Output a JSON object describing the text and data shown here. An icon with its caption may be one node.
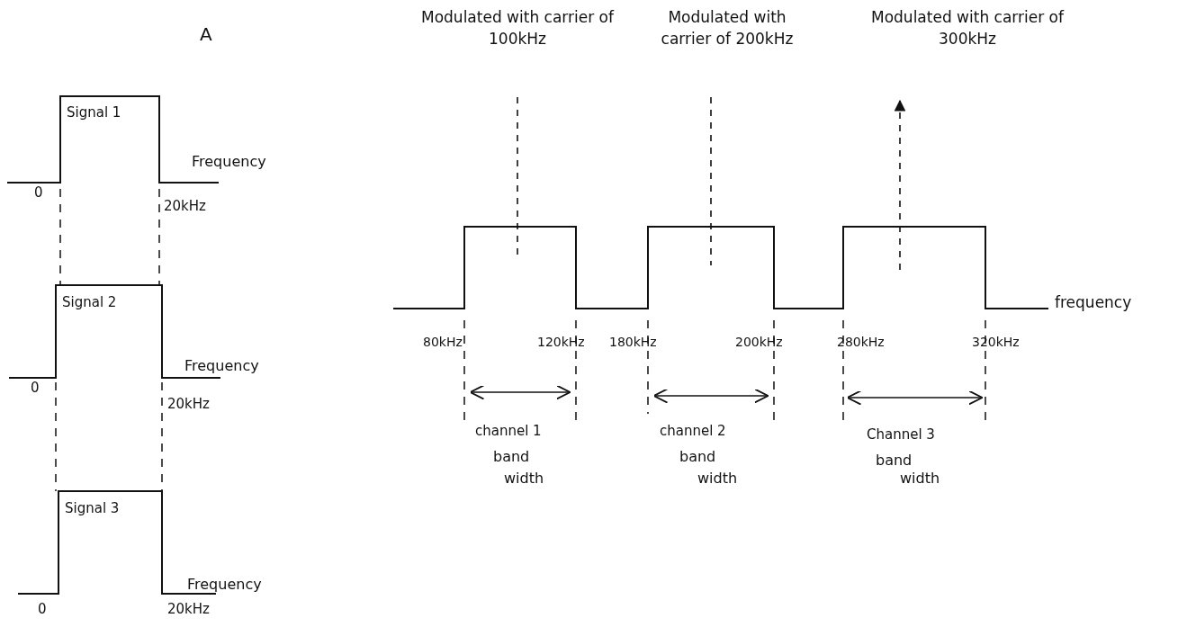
{
  "diagram": {
    "nodes": [
      {
        "text": [
          "Modulated with carrier of 100kHz"
        ]
      },
      {
        "text": [
          "Modulated with carrier of 200kHz"
        ]
      },
      {
        "text": [
          "Modulated with carrier of 300kHz"
        ]
      }
    ],
    "edges": [
      {
        "from": 0,
        "to": null,
        "arrow": "none",
        "style": "dashed"
      },
      {
        "from": 1,
        "to": null,
        "arrow": "none",
        "style": "dashed"
      },
      {
        "from": null,
        "to": 2,
        "arrow": "to",
        "style": "dashed"
      }
    ],
    "labels": [
      "A",
      "Signal 1",
      "Frequency",
      "0",
      "20kHz",
      "Signal 2",
      "Frequency",
      "0",
      "20kHz",
      "Signal 3",
      "Frequency",
      "0",
      "20kHz",
      "80kHz",
      "120kHz",
      "180kHz",
      "200kHz",
      "280kHz",
      "320kHz",
      "frequency",
      "channel 1",
      "band",
      "width",
      "channel 2",
      "band",
      "width",
      "Channel 3",
      "band",
      "width"
    ]
  }
}
